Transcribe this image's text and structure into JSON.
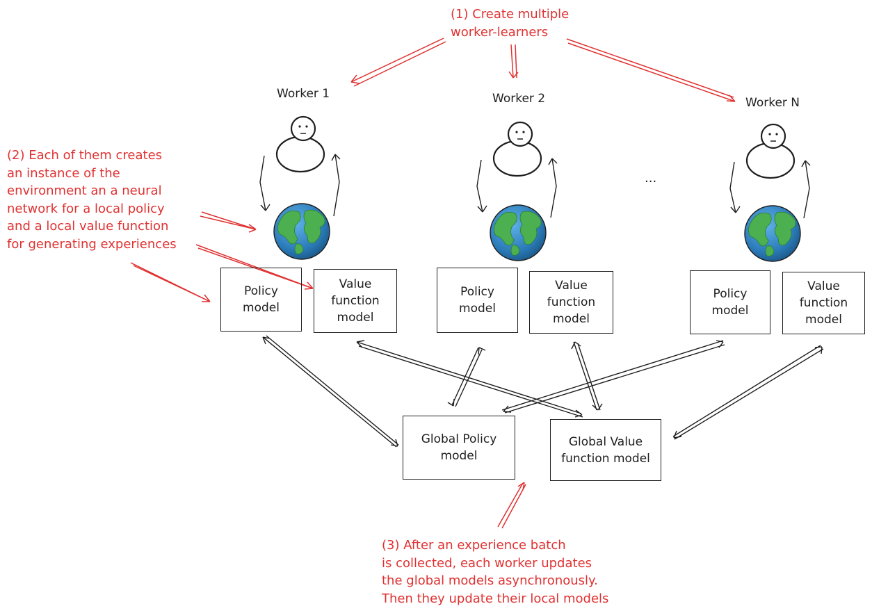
{
  "annotations": {
    "step1": [
      "(1) Create multiple",
      "worker-learners"
    ],
    "step2": [
      "(2) Each of them creates",
      "an instance of the",
      "environment an a neural",
      "network for a local policy",
      "and a local value function",
      "for generating experiences"
    ],
    "step3": [
      "(3) After an experience batch",
      "is collected, each worker updates",
      "the global models asynchronously.",
      "Then they update their local models"
    ]
  },
  "workers": [
    {
      "label": "Worker 1",
      "policy": [
        "Policy",
        "model"
      ],
      "value": [
        "Value",
        "function",
        "model"
      ]
    },
    {
      "label": "Worker 2",
      "policy": [
        "Policy",
        "model"
      ],
      "value": [
        "Value",
        "function",
        "model"
      ]
    },
    {
      "label": "Worker N",
      "policy": [
        "Policy",
        "model"
      ],
      "value": [
        "Value",
        "function",
        "model"
      ]
    }
  ],
  "ellipsis": "...",
  "global": {
    "policy": [
      "Global Policy",
      "model"
    ],
    "value": [
      "Global Value",
      "function model"
    ]
  },
  "colors": {
    "annotation": "#e03131",
    "ink": "#1e1e1e",
    "ocean": "#2a7ab8",
    "land": "#4caf50"
  }
}
